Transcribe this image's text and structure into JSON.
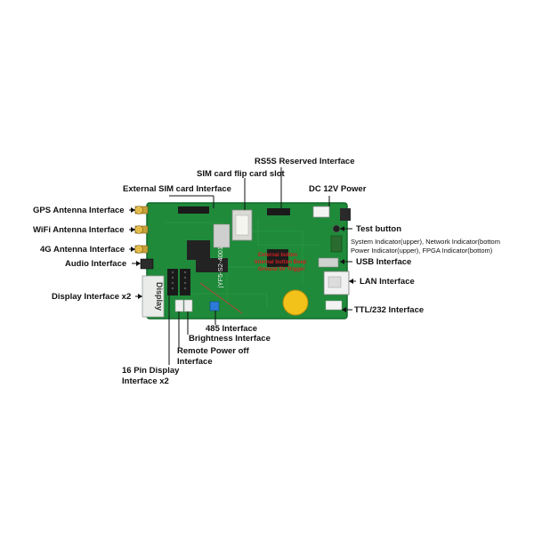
{
  "board": {
    "part_number": "jYF5-S2-4001",
    "display_port_text": "Display",
    "red_note_lines": [
      "External button",
      "Internal button Beep",
      "Ground 5V Trigger"
    ],
    "colors": {
      "pcb": "#1f8a3a",
      "pcb_dark": "#116a2a",
      "coin_cell": "#f2c21b",
      "leader": "#111111",
      "note_red": "#d11f1f"
    }
  },
  "callouts": {
    "rs55": "RS5S Reserved Interface",
    "sim_flip": "SIM card flip card slot",
    "dc12v": "DC 12V Power",
    "ext_sim": "External  SIM card Interface",
    "gps": "GPS Antenna Interface",
    "wifi": "WiFi Antenna Interface",
    "g4": "4G Antenna Interface",
    "audio": "Audio Interface",
    "display": "Display Interface x2",
    "test": "Test button",
    "sys_ind": "System Indicator(upper), Network Indicator(bottom",
    "pwr_ind": "Power Indicator(upper), FPGA Indicator(bottom)",
    "usb": "USB Interface",
    "lan": "LAN Interface",
    "ttl": "TTL/232 Interface",
    "i485": "485 Interface",
    "brightness": "Brightness Interface",
    "remote_l1": "Remote Power off",
    "remote_l2": "Interface",
    "pin16_l1": "16 Pin Display",
    "pin16_l2": "Interface x2"
  }
}
